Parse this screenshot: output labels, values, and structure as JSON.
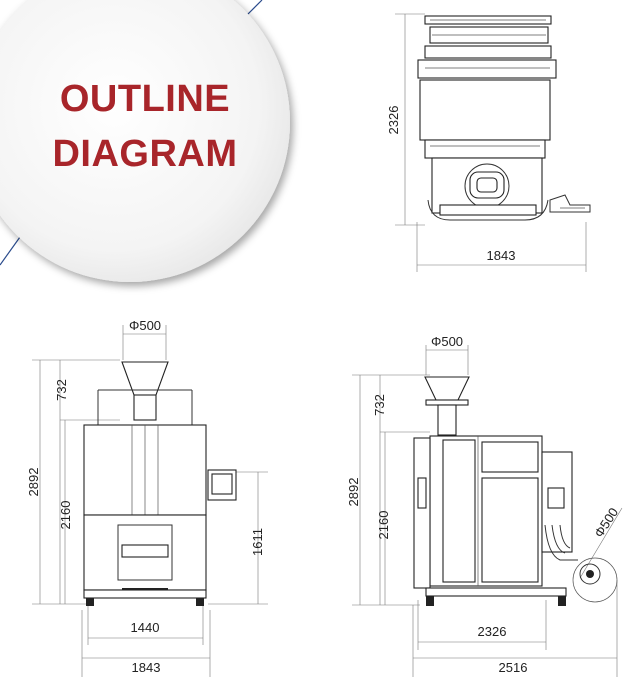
{
  "header": {
    "line1": "OUTLINE",
    "line2": "DIAGRAM"
  },
  "top_view": {
    "height_dim": "2326",
    "width_dim": "1843"
  },
  "front_view": {
    "hopper_dim": "Φ500",
    "top_dim": "732",
    "total_height_dim": "2892",
    "body_height_dim": "2160",
    "panel_height_dim": "1611",
    "inner_width_dim": "1440",
    "outer_width_dim": "1843"
  },
  "side_view": {
    "hopper_dim": "Φ500",
    "top_dim": "732",
    "total_height_dim": "2892",
    "body_height_dim": "2160",
    "reel_dim": "Φ500",
    "inner_width_dim": "2326",
    "outer_width_dim": "2516"
  }
}
